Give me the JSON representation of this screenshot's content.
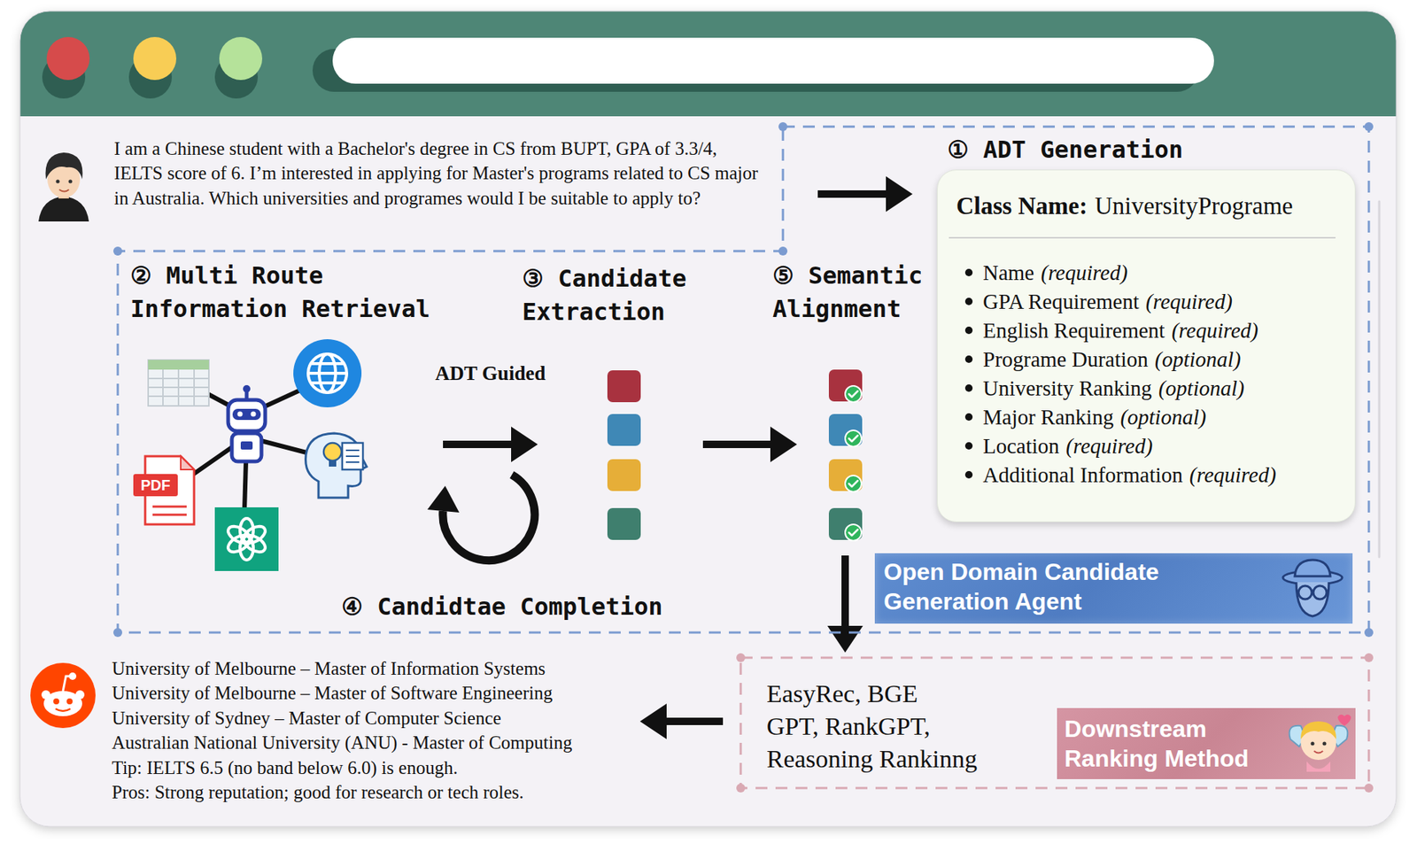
{
  "diagram": {
    "nodes": [
      {
        "text": [
          "I am a Chinese student with a Bachelor's degree in CS from BUPT, GPA of 3.3/4, IELTS score of 6. I’m interested in applying for Master's programs related to CS major in Australia. Which universities and programes would I be suitable to apply to?"
        ]
      },
      {
        "text": [
          "Open Domain Candidate Generation Agent"
        ]
      },
      {
        "text": [
          "① ADT Generation",
          "Class Name:",
          "UniversityPrograme",
          "Name",
          "(required)",
          "GPA Requirement",
          "(required)",
          "English Requirement",
          "(required)",
          "Programe Duration",
          "(optional)",
          "University Ranking",
          "(optional)",
          "Major Ranking",
          "(optional)",
          "Location",
          "(required)",
          "Additional Information",
          "(required)"
        ],
        "in": 1
      },
      {
        "text": [
          "② Multi Route Information Retrieval"
        ],
        "in": 1
      },
      {
        "text": [
          "③ Candidate Extraction"
        ],
        "in": 1
      },
      {
        "text": [
          "⑤ Semantic Alignment"
        ],
        "in": 1
      },
      {
        "text": [
          "EasyRec, BGE",
          "GPT, RankGPT,",
          "Reasoning Rankinng",
          "Downstream Ranking Method"
        ]
      },
      {
        "text": [
          "University of Melbourne – Master of Information Systems",
          "University of Melbourne – Master of Software Engineering",
          "University of Sydney – Master of Computer Science",
          "Australian National University (ANU) - Master of Computing",
          "Tip: IELTS 6.5 (no band below 6.0) is enough.",
          "Pros: Strong reputation; good for research or tech roles."
        ]
      }
    ],
    "edges": [
      {
        "from": 0,
        "to": 2,
        "arrow": "to"
      },
      {
        "from": 3,
        "to": 4,
        "label": "ADT Guided",
        "arrow": "to"
      },
      {
        "from": 4,
        "to": 5,
        "arrow": "to"
      },
      {
        "from": 5,
        "to": 6,
        "arrow": "to"
      },
      {
        "from": 6,
        "to": 7,
        "arrow": "to"
      }
    ],
    "labels": [
      "④ Candidtae Completion",
      "PDF"
    ]
  }
}
